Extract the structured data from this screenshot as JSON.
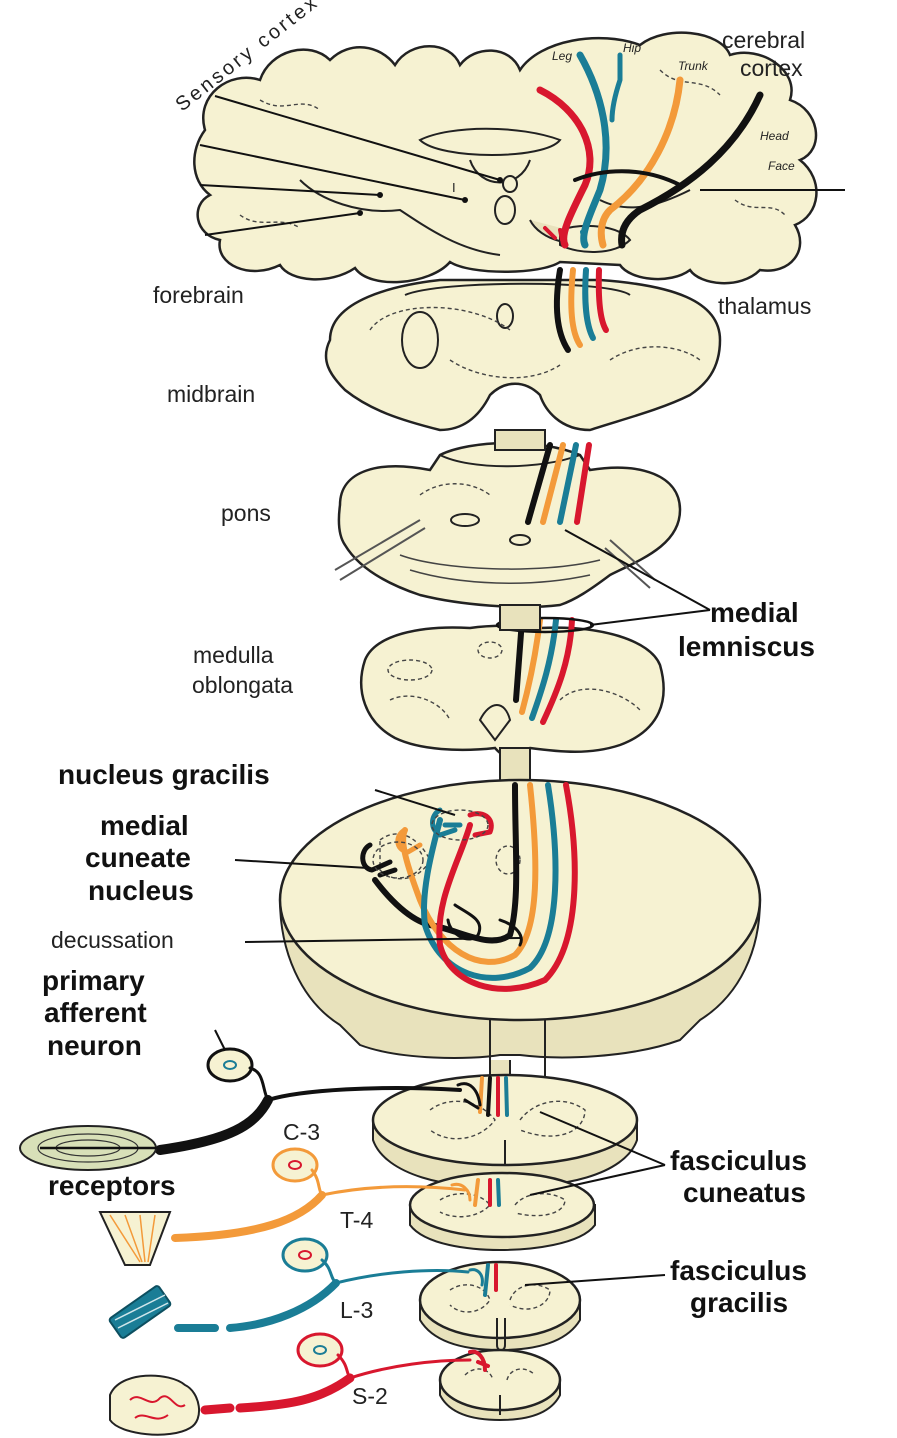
{
  "labels": {
    "sensory_cortex": "Sensory cortex",
    "cerebral_cortex_1": "cerebral",
    "cerebral_cortex_2": "cortex",
    "leg": "Leg",
    "hip": "Hip",
    "trunk": "Trunk",
    "head": "Head",
    "face": "Face",
    "forebrain": "forebrain",
    "thalamus": "thalamus",
    "midbrain": "midbrain",
    "pons": "pons",
    "medial_lemniscus_1": "medial",
    "medial_lemniscus_2": "lemniscus",
    "medulla_1": "medulla",
    "medulla_2": "oblongata",
    "nucleus_gracilis": "nucleus gracilis",
    "medial_cuneate_1": "medial",
    "medial_cuneate_2": "cuneate",
    "medial_cuneate_3": "nucleus",
    "decussation": "decussation",
    "primary_afferent_1": "primary",
    "primary_afferent_2": "afferent",
    "primary_afferent_3": "neuron",
    "receptors": "receptors",
    "c3": "C-3",
    "t4": "T-4",
    "l3": "L-3",
    "s2": "S-2",
    "fasciculus_cuneatus_1": "fasciculus",
    "fasciculus_cuneatus_2": "cuneatus",
    "fasciculus_gracilis_1": "fasciculus",
    "fasciculus_gracilis_2": "gracilis",
    "thalamic_small": "I"
  },
  "colors": {
    "red": "#d8172e",
    "blue": "#1a7d96",
    "orange": "#f39a3a",
    "black": "#111111",
    "tissue": "#f6f2d2"
  }
}
